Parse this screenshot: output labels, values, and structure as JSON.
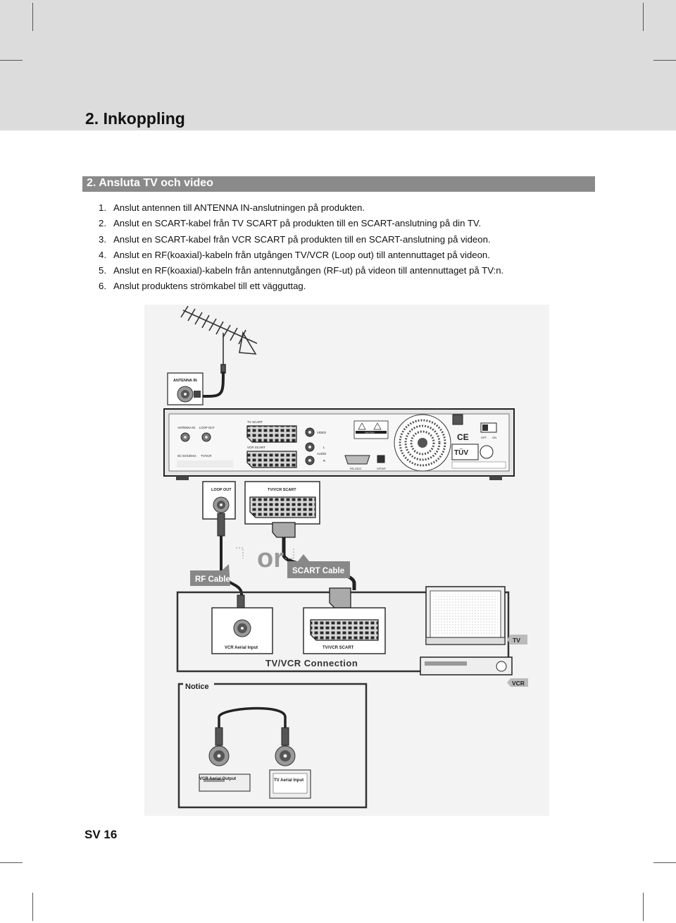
{
  "page": {
    "chapter_title": "2. Inkoppling",
    "section_title": "2. Ansluta TV och video",
    "page_number": "SV 16"
  },
  "steps": [
    {
      "num": "1.",
      "text": "Anslut antennen till ANTENNA IN-anslutningen på produkten."
    },
    {
      "num": "2.",
      "text": "Anslut en SCART-kabel från TV SCART på produkten till en SCART-anslutning på din TV."
    },
    {
      "num": "3.",
      "text": "Anslut en SCART-kabel från VCR SCART på produkten till en SCART-anslutning på videon."
    },
    {
      "num": "4.",
      "text": "Anslut en RF(koaxial)-kabeln från utgången TV/VCR (Loop out) till antennuttaget på videon."
    },
    {
      "num": "5.",
      "text": "Anslut en RF(koaxial)-kabeln från antennutgången (RF-ut) på videon till antennuttaget på TV:n."
    },
    {
      "num": "6.",
      "text": "Anslut produktens strömkabel till ett vägguttag."
    }
  ],
  "diagram": {
    "antenna_in_label": "ANTENNA IN",
    "panel": {
      "antenna_in": "ANTENNA IN",
      "loop_out": "LOOP OUT",
      "tv_scart": "TV SCART",
      "vcr_scart": "VCR SCART",
      "video": "VIDEO",
      "audio": "AUDIO",
      "audio_l": "L",
      "audio_r": "R",
      "dc": "DC 5V/100mA",
      "tv_vcr": "TV/VCR",
      "rs232": "RS-232C",
      "spdif": "S/PDIF",
      "off": "OFF",
      "on": "ON",
      "caution": "CAUTION",
      "ce": "CE",
      "tuv": "TÜV"
    },
    "loop_out_label": "LOOP OUT",
    "tv_vcr_scart_label": "TV/VCR SCART",
    "or_label": "or",
    "rf_cable_label": "RF Cable",
    "scart_cable_label": "SCART Cable",
    "vcr_aerial_input_label": "VCR Aerial Input",
    "tv_vcr_scart_bottom_label": "TV/VCR SCART",
    "connection_title": "TV/VCR Connection",
    "tv_label": "TV",
    "vcr_label": "VCR",
    "notice_label": "Notice",
    "vcr_aerial_output_label": "VCR Aerial Output",
    "tv_aerial_input_label": "TV Aerial Input"
  }
}
